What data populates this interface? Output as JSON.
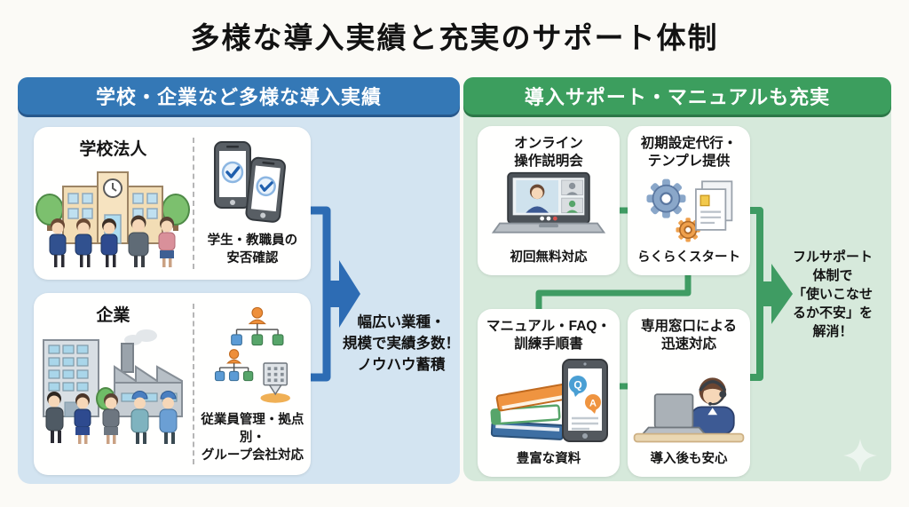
{
  "title": "多様な導入実績と充実のサポート体制",
  "left_panel": {
    "header": "学校・企業など多様な導入実績",
    "header_color": "#3478b6",
    "bg_color": "#d3e4f1",
    "accent_color": "#2d6cb4",
    "cards": [
      {
        "title": "学校法人",
        "icon": "school-building-people-illustration",
        "sub_icon": "smartphones-check-icon",
        "caption": "学生・教職員の\n安否確認"
      },
      {
        "title": "企業",
        "icon": "office-factory-workers-illustration",
        "sub_icon": "org-chart-building-icon",
        "caption": "従業員管理・拠点別・\nグループ会社対応"
      }
    ],
    "arrow_label": "幅広い業種・\n規模で実績多数！\nノウハウ蓄積"
  },
  "right_panel": {
    "header": "導入サポート・マニュアルも充実",
    "header_color": "#3c9e5e",
    "bg_color": "#d6e9db",
    "accent_color": "#3f9c63",
    "cards": [
      {
        "title": "オンライン\n操作説明会",
        "icon": "laptop-video-call-icon",
        "caption": "初回無料対応"
      },
      {
        "title": "初期設定代行・\nテンプレ提供",
        "icon": "gears-documents-icon",
        "caption": "らくらくスタート"
      },
      {
        "title": "マニュアル・FAQ・\n訓練手順書",
        "icon": "books-tablet-qa-icon",
        "caption": "豊富な資料",
        "qa_labels": {
          "q": "Q",
          "a": "A"
        }
      },
      {
        "title": "専用窓口による\n迅速対応",
        "icon": "support-agent-headset-icon",
        "caption": "導入後も安心"
      }
    ],
    "arrow_label": "フルサポート\n体制で\n「使いこなせ\nるか不安」を\n解消！"
  }
}
